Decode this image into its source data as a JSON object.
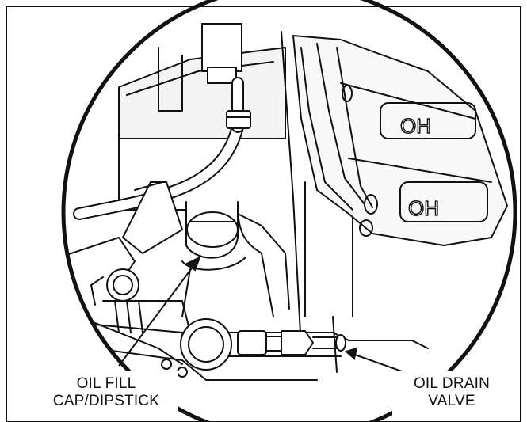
{
  "figure": {
    "type": "technical-illustration",
    "style": "black line art on white",
    "callouts": [
      {
        "id": "oil-fill",
        "lines": [
          "OIL FILL",
          "CAP/DIPSTICK"
        ]
      },
      {
        "id": "oil-drain",
        "lines": [
          "OIL DRAIN",
          "VALVE"
        ]
      }
    ],
    "engine_block_text": [
      "OH",
      "OH"
    ]
  }
}
